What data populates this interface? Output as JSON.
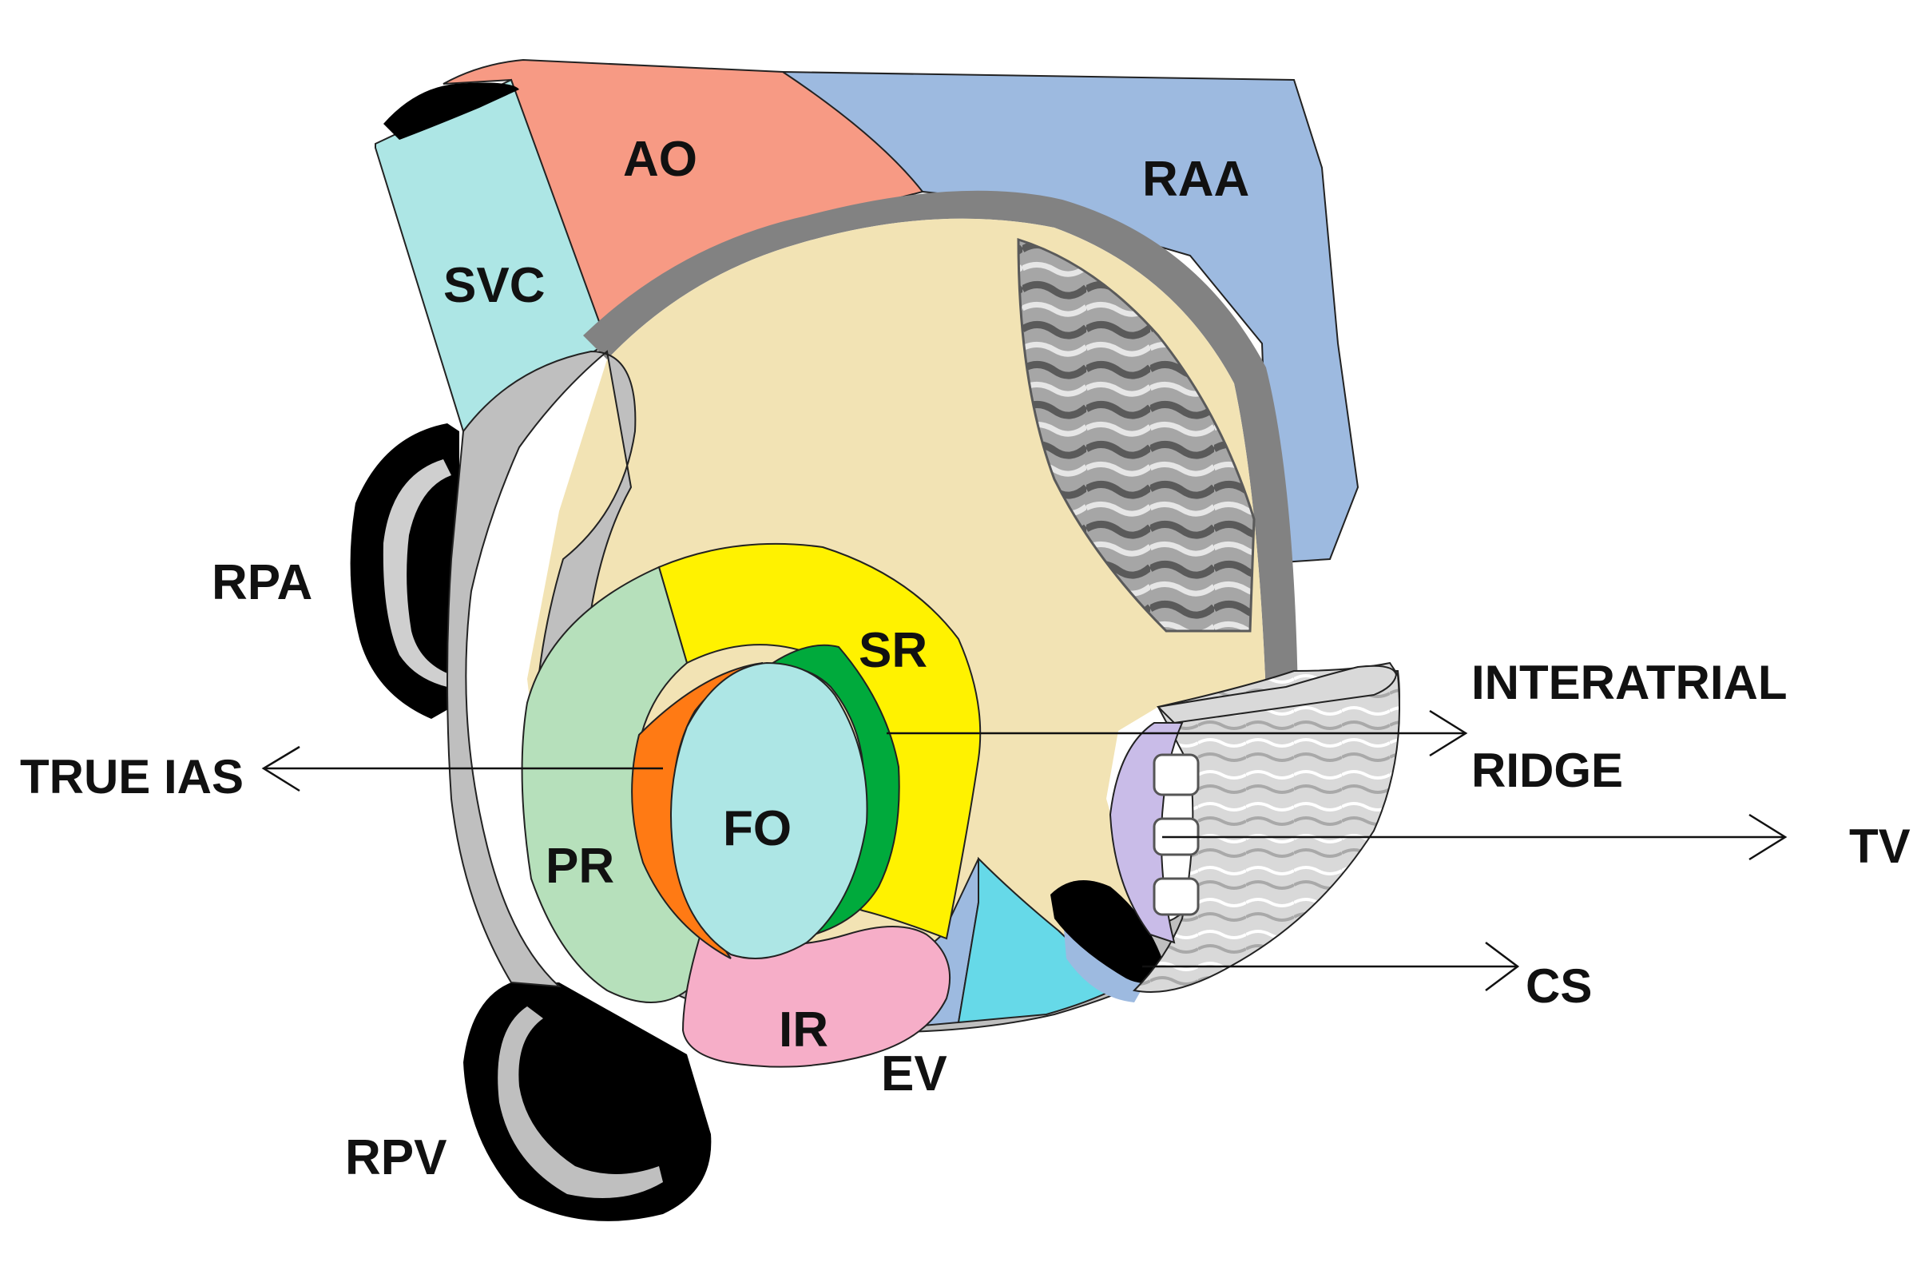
{
  "labels": {
    "ao": "AO",
    "raa": "RAA",
    "svc": "SVC",
    "rpa": "RPA",
    "rpv": "RPV",
    "sr": "SR",
    "fo": "FO",
    "pr": "PR",
    "ir": "IR",
    "ev": "EV",
    "true_ias": "TRUE IAS",
    "interatrial_line1": "INTERATRIAL",
    "interatrial_line2": "RIDGE",
    "tv": "TV",
    "cs": "CS"
  },
  "colors": {
    "ao": "#f79a84",
    "raa": "#9dbae0",
    "svc": "#ade6e5",
    "atrium": "#f2e3b4",
    "wall": "#828282",
    "crista": "#bfbfbf",
    "sr": "#fff200",
    "pr": "#b6e0bb",
    "ir": "#f6aec8",
    "ev": "#9dbae0",
    "fo": "#ade6e5",
    "true_ias": "#ff7a14",
    "interatrial_ridge": "#00aa3c",
    "cyan_region": "#66d9e8",
    "tv_ring": "#c9bce8",
    "vessel_black": "#000000"
  }
}
